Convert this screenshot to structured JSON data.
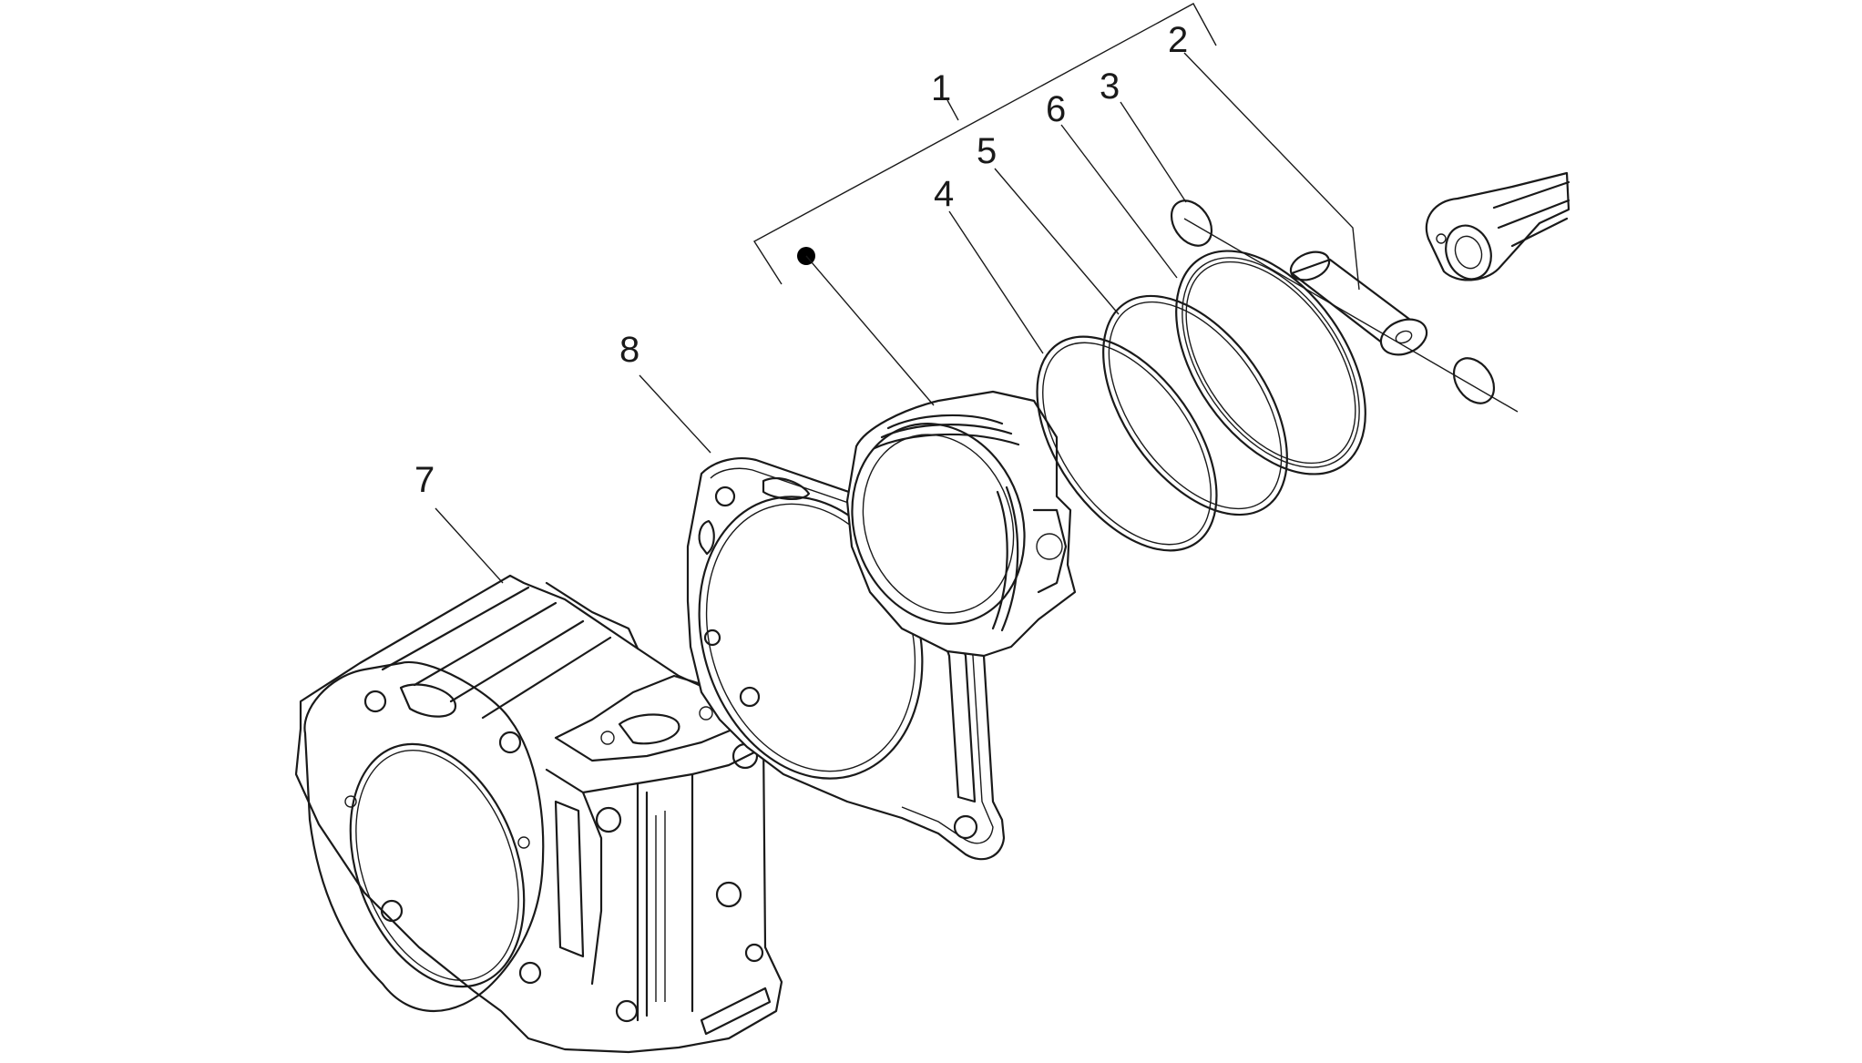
{
  "diagram": {
    "callouts": [
      {
        "id": "c1",
        "text": "1"
      },
      {
        "id": "c2",
        "text": "2"
      },
      {
        "id": "c3",
        "text": "3"
      },
      {
        "id": "c4",
        "text": "4"
      },
      {
        "id": "c5",
        "text": "5"
      },
      {
        "id": "c6",
        "text": "6"
      },
      {
        "id": "c7",
        "text": "7"
      },
      {
        "id": "c8",
        "text": "8"
      }
    ]
  }
}
